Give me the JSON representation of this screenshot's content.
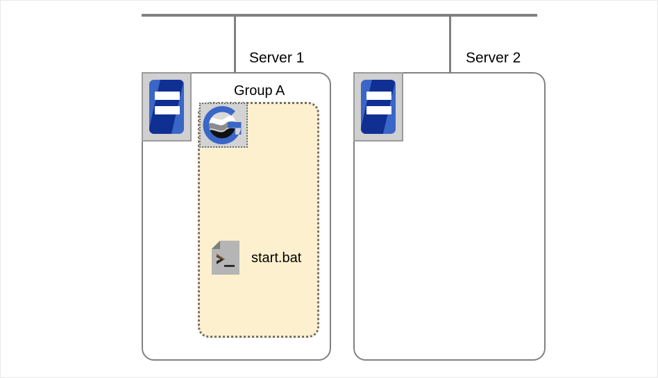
{
  "diagram": {
    "title": "Server cluster with GlassFish group",
    "network": {
      "bus_name": "network-bus",
      "drop_count": 2
    },
    "servers": [
      {
        "label": "Server 1",
        "icon": "server-icon",
        "groups": [
          {
            "label": "Group A",
            "instance_icon": "glassfish-icon",
            "items": [
              {
                "icon": "bat-file-icon",
                "label": "start.bat"
              }
            ]
          }
        ]
      },
      {
        "label": "Server 2",
        "icon": "server-icon",
        "groups": []
      }
    ]
  },
  "colors": {
    "bus": "#808080",
    "server_border": "#808080",
    "group_fill": "#fdf0ce",
    "group_border": "#6e6e6e",
    "icon_frame": "#d0d0d0",
    "server_icon_blue": "#3a66c8",
    "server_icon_blue_dark": "#0f2f93",
    "glassfish_blue": "#3a66c8",
    "file_icon_gray": "#b3b3b3"
  }
}
